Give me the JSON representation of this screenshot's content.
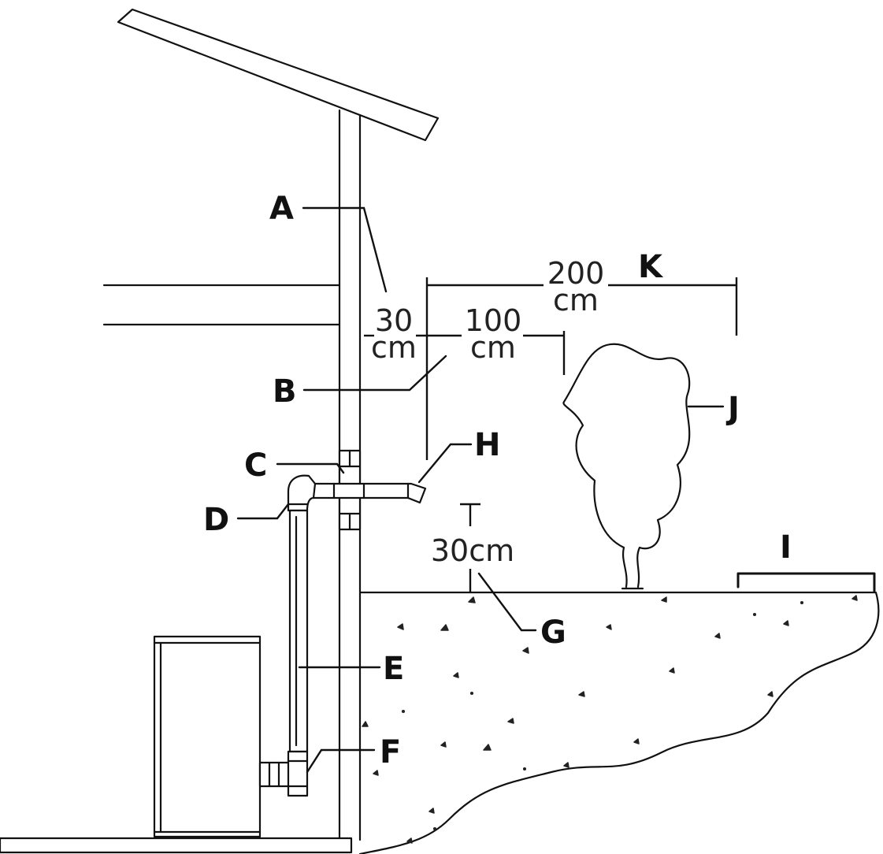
{
  "labels": {
    "A": "A",
    "B": "B",
    "C": "C",
    "D": "D",
    "E": "E",
    "F": "F",
    "G": "G",
    "H": "H",
    "I": "I",
    "J": "J",
    "K": "K"
  },
  "measurements": {
    "wall_clearance_value": "30",
    "wall_clearance_unit": "cm",
    "opening_distance_value": "100",
    "opening_distance_unit": "cm",
    "tree_distance_value": "200",
    "tree_distance_unit": "cm",
    "ground_clearance": "30cm"
  }
}
